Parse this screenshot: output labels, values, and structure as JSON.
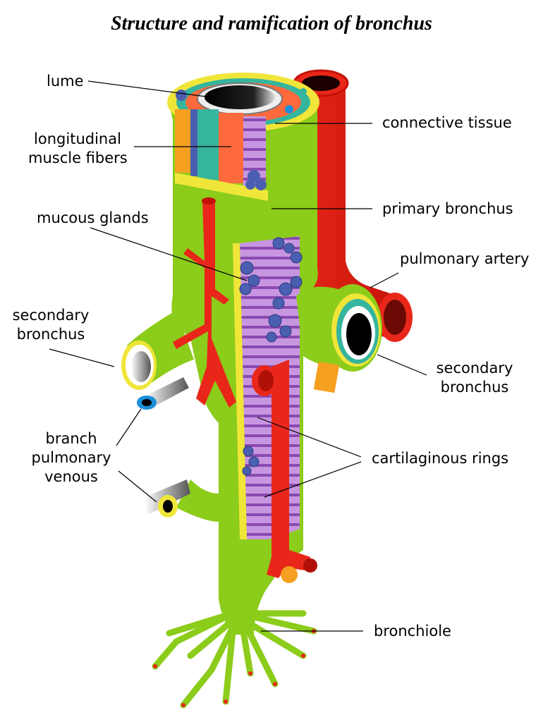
{
  "title": "Structure and ramification of bronchus",
  "labels": {
    "lume": "lume",
    "longitudinal_1": "longitudinal",
    "longitudinal_2": "muscle fibers",
    "mucous_glands": "mucous glands",
    "secondary_left_1": "secondary",
    "secondary_left_2": "bronchus",
    "branch_1": "branch",
    "branch_2": "pulmonary",
    "branch_3": "venous",
    "connective_tissue": "connective tissue",
    "primary_bronchus": "primary bronchus",
    "pulmonary_artery": "pulmonary artery",
    "secondary_right_1": "secondary",
    "secondary_right_2": "bronchus",
    "cartilaginous_rings": "cartilaginous rings",
    "bronchiole": "bronchiole"
  },
  "colors": {
    "bronchus": "#8ccc1a",
    "artery": "#e8271a",
    "cartilage": "#b47ad0",
    "gland": "#4a5fb0",
    "mucosa": "#ff6a3c",
    "submucosa": "#36b59e",
    "outer_layer": "#f0e63a",
    "vein": "#1a8ed8",
    "orange_vessel": "#f5a020"
  }
}
